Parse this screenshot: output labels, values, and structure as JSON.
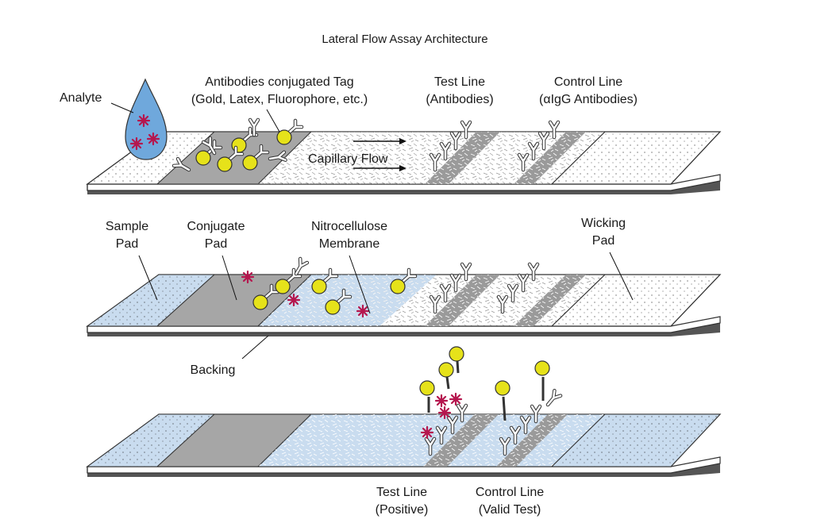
{
  "title": "Lateral Flow Assay Architecture",
  "strip1": {
    "analyte": "Analyte",
    "antibodies_line1": "Antibodies conjugated Tag",
    "antibodies_line2": "(Gold, Latex, Fluorophore, etc.)",
    "test_line1": "Test Line",
    "test_line2": "(Antibodies)",
    "control_line1": "Control Line",
    "control_line2": "(αIgG Antibodies)",
    "flow": "Capillary Flow"
  },
  "strip2": {
    "sample1": "Sample",
    "sample2": "Pad",
    "conjugate1": "Conjugate",
    "conjugate2": "Pad",
    "nitro1": "Nitrocellulose",
    "nitro2": "Membrane",
    "wicking1": "Wicking",
    "wicking2": "Pad",
    "backing": "Backing"
  },
  "strip3": {
    "test1": "Test Line",
    "test2": "(Positive)",
    "control1": "Control Line",
    "control2": "(Valid Test)"
  },
  "colors": {
    "gold_particle": "#e6e21a",
    "analyte": "#b5174e",
    "droplet": "#6fa8dc",
    "pad_blue": "#c9dcef",
    "conjugate_gray": "#a6a6a6",
    "line_gray": "#9a9a9a",
    "backing": "#555555"
  }
}
